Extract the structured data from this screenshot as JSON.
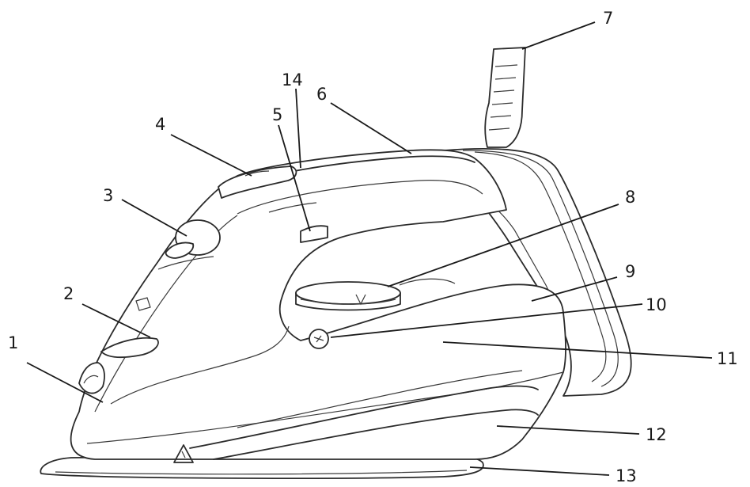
{
  "diagram": {
    "callouts": [
      {
        "id": "1",
        "label": "1"
      },
      {
        "id": "2",
        "label": "2"
      },
      {
        "id": "3",
        "label": "3"
      },
      {
        "id": "4",
        "label": "4"
      },
      {
        "id": "5",
        "label": "5"
      },
      {
        "id": "6",
        "label": "6"
      },
      {
        "id": "7",
        "label": "7"
      },
      {
        "id": "8",
        "label": "8"
      },
      {
        "id": "9",
        "label": "9"
      },
      {
        "id": "10",
        "label": "10"
      },
      {
        "id": "11",
        "label": "11"
      },
      {
        "id": "12",
        "label": "12"
      },
      {
        "id": "13",
        "label": "13"
      },
      {
        "id": "14",
        "label": "14"
      }
    ]
  },
  "colors": {
    "ink": "#2b2b2b",
    "background": "#ffffff"
  }
}
